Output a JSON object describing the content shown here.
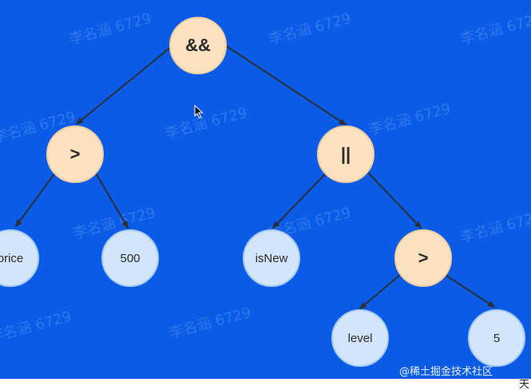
{
  "nodes": {
    "and": "&&",
    "gt_left": ">",
    "or": "||",
    "price": "price",
    "five_hundred": "500",
    "isnew": "isNew",
    "gt_right": ">",
    "level": "level",
    "five": "5"
  },
  "watermark": "李名涵 6729",
  "credit": "@稀土掘金技术社区",
  "corner_char": "天",
  "colors": {
    "background": "#0a5ce6",
    "operator_fill": "#fde2c2",
    "leaf_fill": "#d2e5fb",
    "edge": "#2a2f3a"
  }
}
